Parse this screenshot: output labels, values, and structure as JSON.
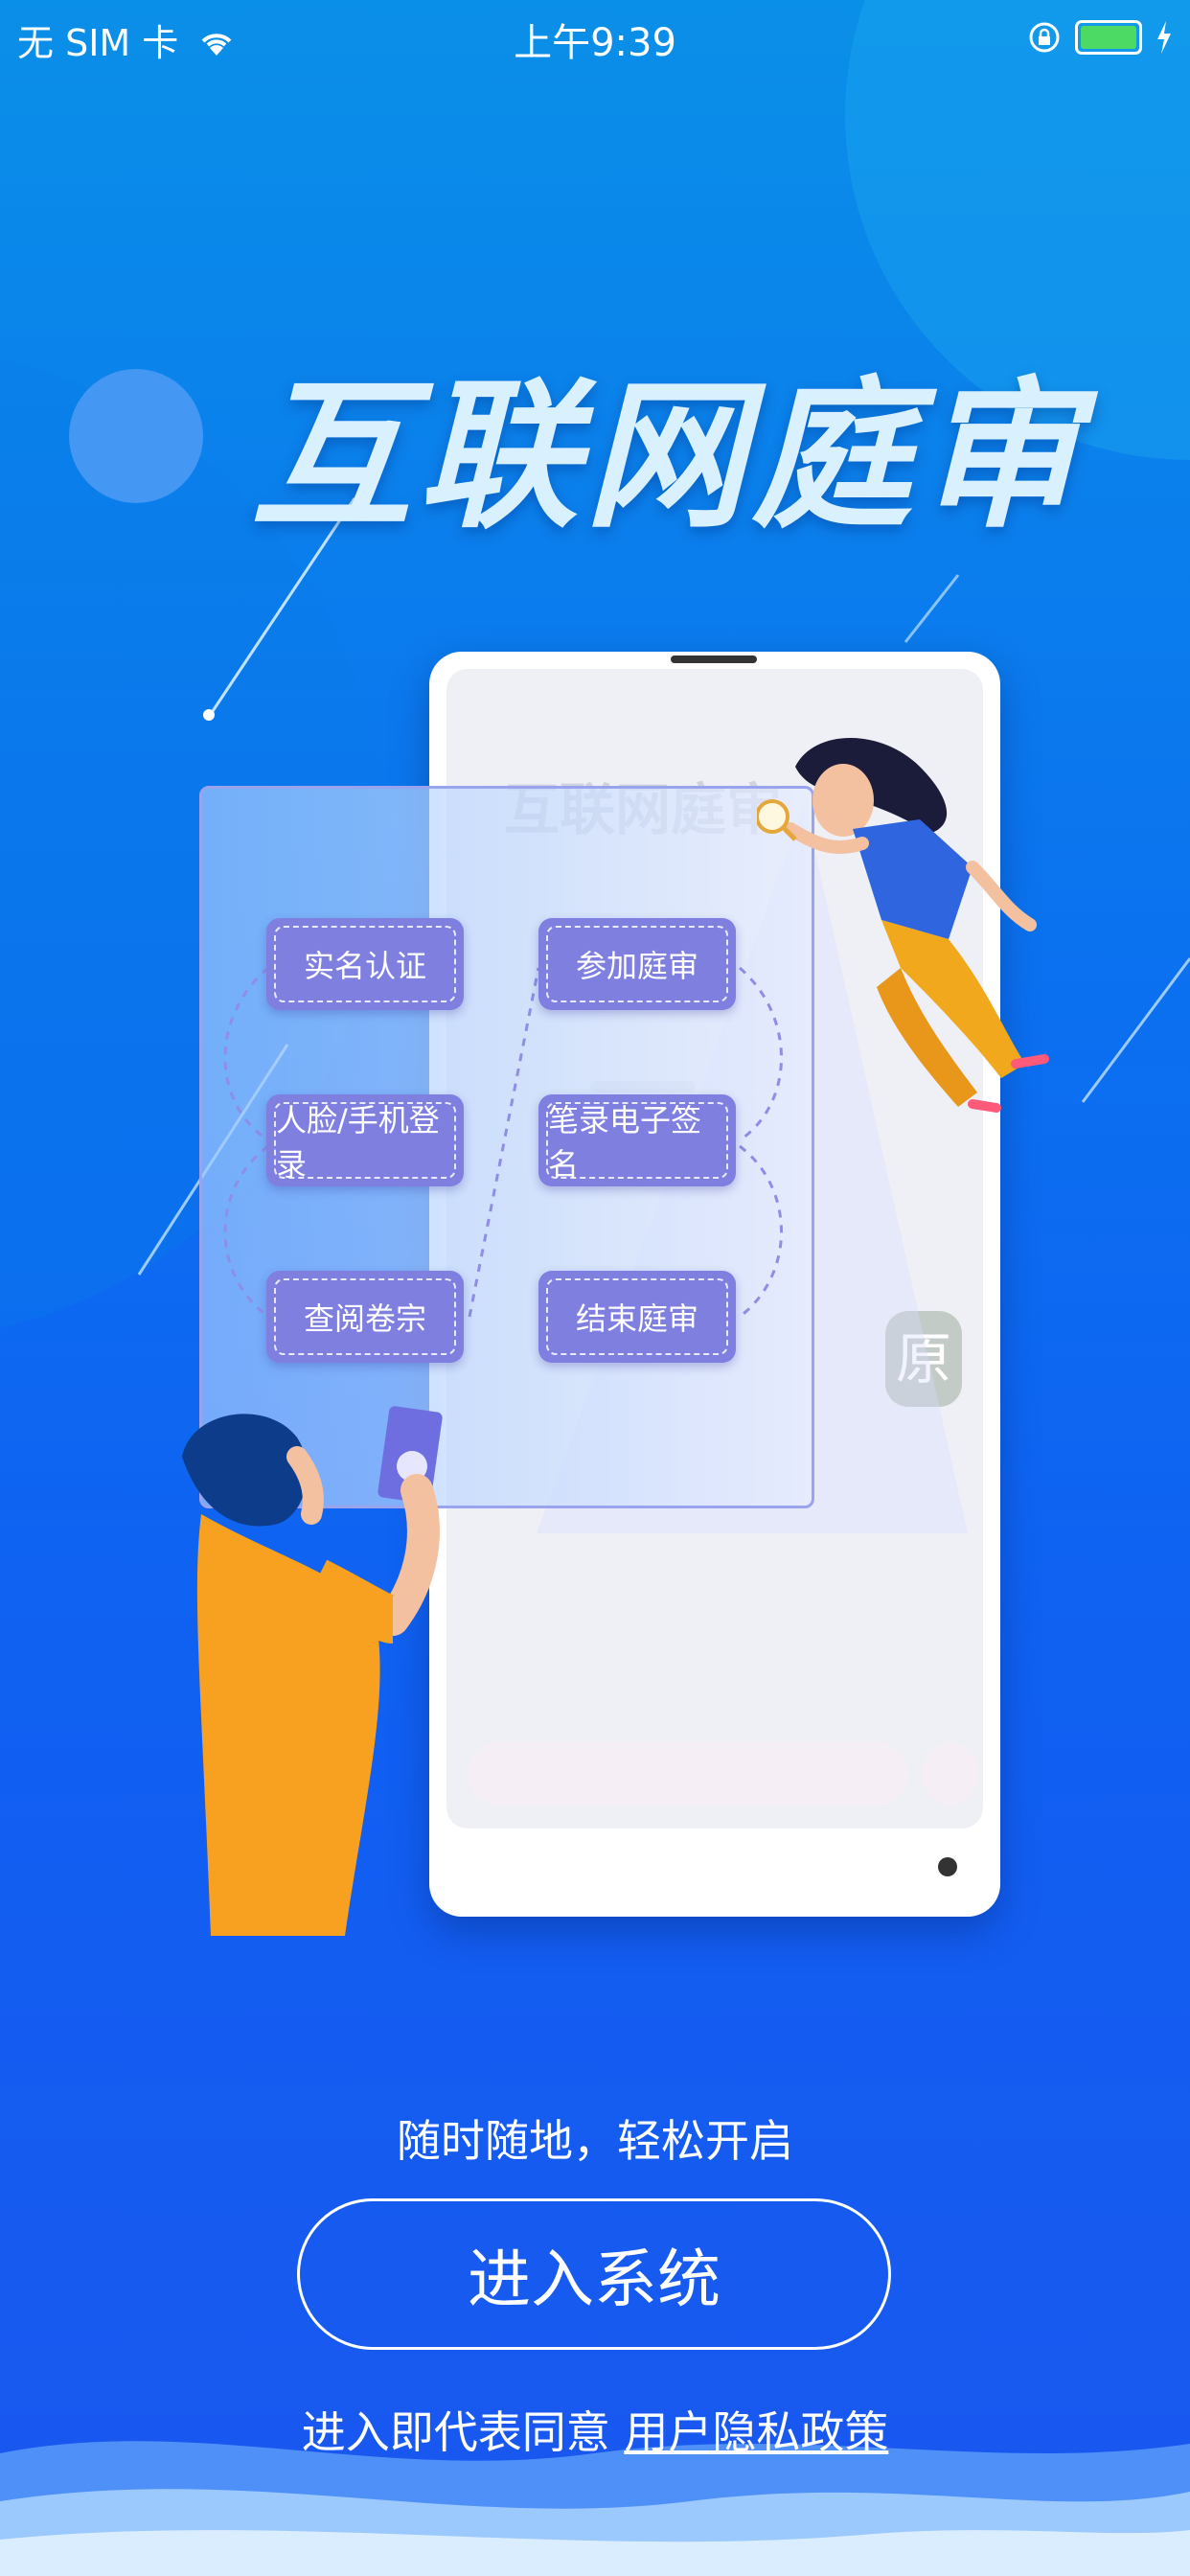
{
  "status_bar": {
    "carrier": "无 SIM 卡",
    "time": "上午9:39",
    "battery_color": "#4cd964"
  },
  "hero": {
    "title": "互联网庭审"
  },
  "phone_mock": {
    "title": "互联网庭审",
    "badge": "原"
  },
  "steps": [
    {
      "label": "实名认证"
    },
    {
      "label": "参加庭审"
    },
    {
      "label": "人脸/手机登录"
    },
    {
      "label": "笔录电子签名"
    },
    {
      "label": "查阅卷宗"
    },
    {
      "label": "结束庭审"
    }
  ],
  "slogan": "随时随地，轻松开启",
  "enter_button": "进入系统",
  "agreement": {
    "prefix": "进入即代表同意 ",
    "link": "用户隐私政策"
  },
  "colors": {
    "background_top": "#0a8fe8",
    "background_bottom": "#1a57ef",
    "pill": "#7f7fe0"
  }
}
